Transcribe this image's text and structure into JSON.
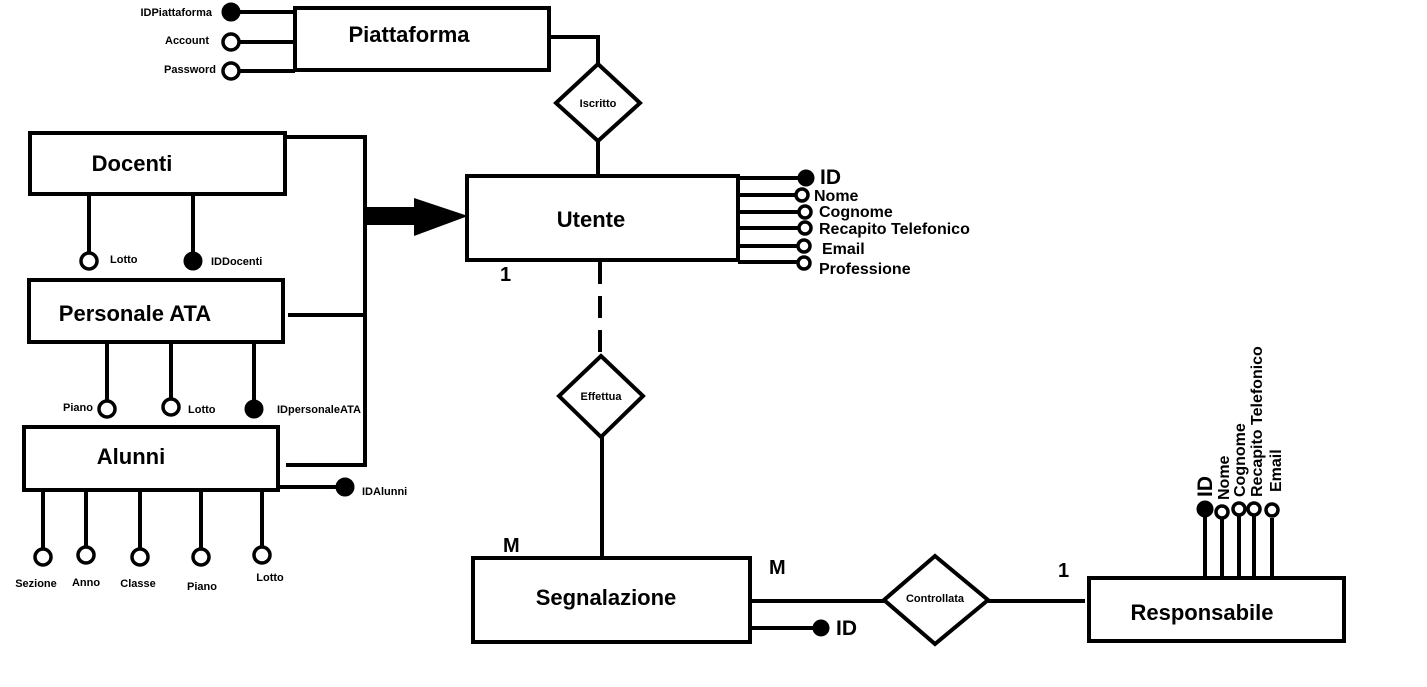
{
  "entities": {
    "piattaforma": "Piattaforma",
    "docenti": "Docenti",
    "personale_ata": "Personale ATA",
    "alunni": "Alunni",
    "utente": "Utente",
    "segnalazione": "Segnalazione",
    "responsabile": "Responsabile"
  },
  "relationships": {
    "iscritto": "Iscritto",
    "effettua": "Effettua",
    "controllata": "Controllata"
  },
  "attributes": {
    "piattaforma": [
      "IDPiattaforma",
      "Account",
      "Password"
    ],
    "docenti": [
      "Lotto",
      "IDDocenti"
    ],
    "personale_ata": [
      "Piano",
      "Lotto",
      "IDpersonaleATA"
    ],
    "alunni": [
      "Sezione",
      "Anno",
      "Classe",
      "Piano",
      "Lotto",
      "IDAlunni"
    ],
    "utente": [
      "ID",
      "Nome",
      "Cognome",
      "Recapito Telefonico",
      "Email",
      "Professione"
    ],
    "segnalazione": [
      "ID"
    ],
    "responsabile": [
      "ID",
      "Nome",
      "Cognome",
      "Recapito Telefonico",
      "Email"
    ]
  },
  "cardinalities": {
    "utente_effettua": "1",
    "segnalazione_effettua": "M",
    "segnalazione_controllata": "M",
    "responsabile_controllata": "1"
  }
}
